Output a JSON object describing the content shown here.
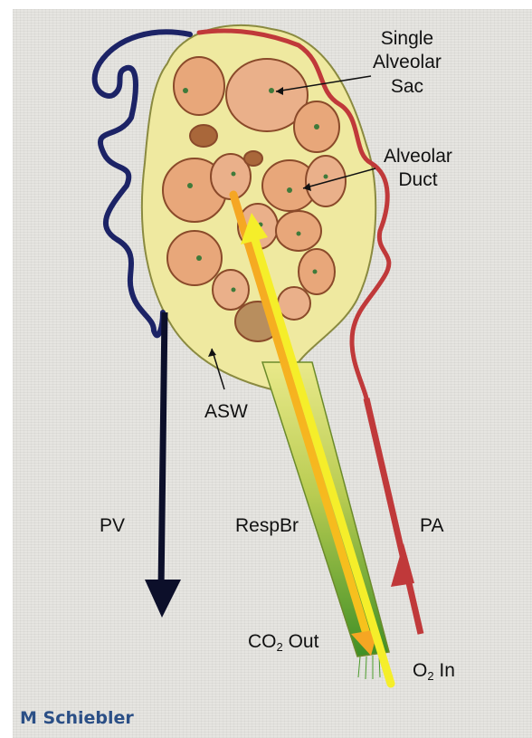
{
  "labels": {
    "single_alveolar_sac": [
      "Single",
      "Alveolar",
      "Sac"
    ],
    "alveolar_duct": [
      "Alveolar",
      "Duct"
    ],
    "asw": "ASW",
    "pv": "PV",
    "respbr": "RespBr",
    "pa": "PA",
    "co2_out": {
      "pre": "CO",
      "sub": "2",
      "post": " Out"
    },
    "o2_in": {
      "pre": "O",
      "sub": "2",
      "post": " In"
    }
  },
  "credit": "M Schiebler",
  "colors": {
    "pulmonary_vein": "#1c2366",
    "pulmonary_artery": "#c0393a",
    "co2_arrow": "#f0a020",
    "o2_arrow": "#f5ee2a",
    "bronchiole": "#4a9a2a",
    "alveolar_fill": "#e8a77a",
    "background_paper": "#e6e5e1",
    "credit_text": "#2b4f86"
  }
}
